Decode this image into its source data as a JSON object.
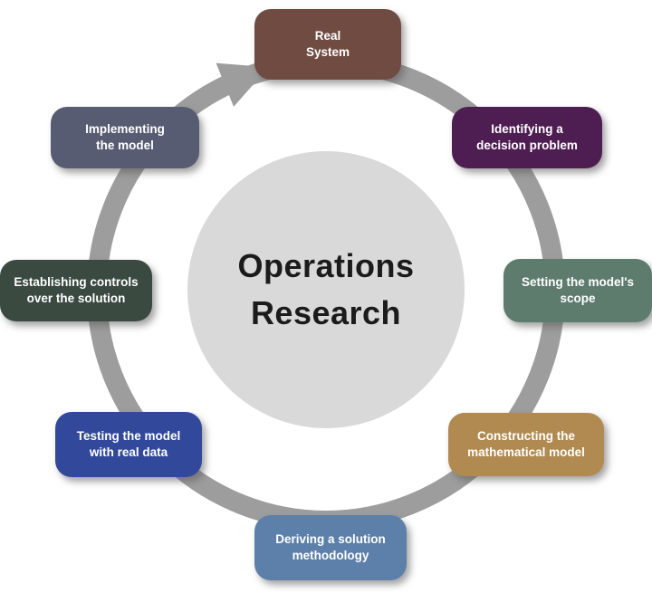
{
  "diagram": {
    "title": "Operations Research cycle",
    "center_title": "Operations\nResearch",
    "ring_color": "#9d9d9d",
    "center_circle_color": "#d9d9d9",
    "background_color": "#ffffff",
    "node_text_color": "#ffffff",
    "nodes": [
      {
        "id": "real-system",
        "label": "Real\nSystem",
        "color": "#6f4b41"
      },
      {
        "id": "identifying-decision-problem",
        "label": "Identifying a\ndecision problem",
        "color": "#4e1d52"
      },
      {
        "id": "setting-model-scope",
        "label": "Setting the model's\nscope",
        "color": "#5d7c6d"
      },
      {
        "id": "constructing-mathematical-model",
        "label": "Constructing the\nmathematical model",
        "color": "#b08a50"
      },
      {
        "id": "deriving-solution-methodology",
        "label": "Deriving a solution\nmethodology",
        "color": "#5c80a9"
      },
      {
        "id": "testing-model-with-real-data",
        "label": "Testing the model\nwith real data",
        "color": "#32499b"
      },
      {
        "id": "establishing-controls",
        "label": "Establishing controls\nover the solution",
        "color": "#3b4a41"
      },
      {
        "id": "implementing-model",
        "label": "Implementing\nthe model",
        "color": "#575c72"
      }
    ]
  }
}
